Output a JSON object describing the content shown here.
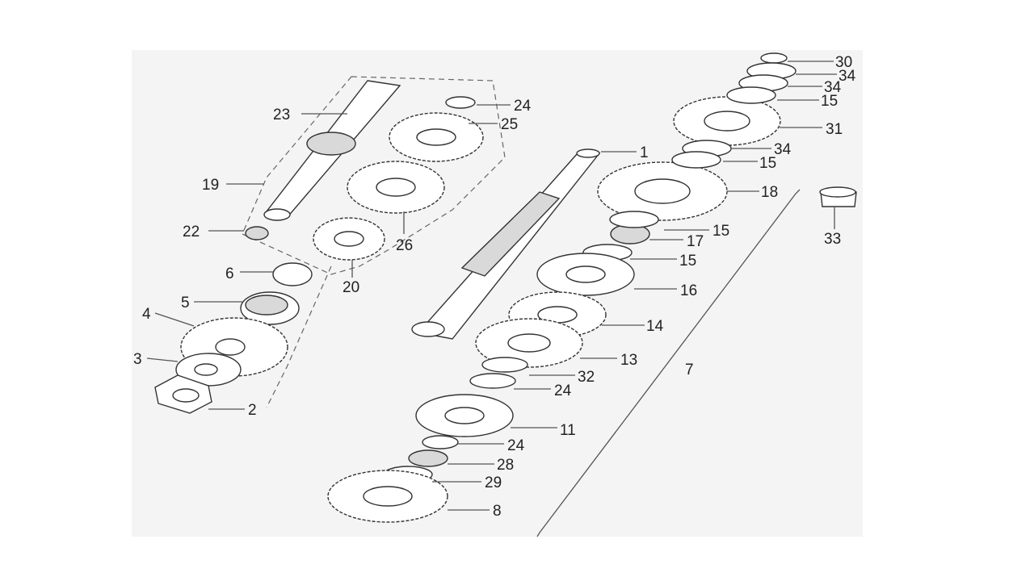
{
  "diagram": {
    "group_number": "7",
    "callouts": [
      {
        "id": "c30",
        "label": "30"
      },
      {
        "id": "c34a",
        "label": "34"
      },
      {
        "id": "c34b",
        "label": "34"
      },
      {
        "id": "c15a",
        "label": "15"
      },
      {
        "id": "c31",
        "label": "31"
      },
      {
        "id": "c34c",
        "label": "34"
      },
      {
        "id": "c15b",
        "label": "15"
      },
      {
        "id": "c18",
        "label": "18"
      },
      {
        "id": "c15c",
        "label": "15"
      },
      {
        "id": "c17",
        "label": "17"
      },
      {
        "id": "c15d",
        "label": "15"
      },
      {
        "id": "c16",
        "label": "16"
      },
      {
        "id": "c14",
        "label": "14"
      },
      {
        "id": "c13",
        "label": "13"
      },
      {
        "id": "c32",
        "label": "32"
      },
      {
        "id": "c24a",
        "label": "24"
      },
      {
        "id": "c11",
        "label": "11"
      },
      {
        "id": "c24b",
        "label": "24"
      },
      {
        "id": "c28",
        "label": "28"
      },
      {
        "id": "c29",
        "label": "29"
      },
      {
        "id": "c8",
        "label": "8"
      },
      {
        "id": "c1",
        "label": "1"
      },
      {
        "id": "c33",
        "label": "33"
      },
      {
        "id": "c23",
        "label": "23"
      },
      {
        "id": "c24c",
        "label": "24"
      },
      {
        "id": "c25",
        "label": "25"
      },
      {
        "id": "c19",
        "label": "19"
      },
      {
        "id": "c22",
        "label": "22"
      },
      {
        "id": "c26",
        "label": "26"
      },
      {
        "id": "c20",
        "label": "20"
      },
      {
        "id": "c6",
        "label": "6"
      },
      {
        "id": "c5",
        "label": "5"
      },
      {
        "id": "c4",
        "label": "4"
      },
      {
        "id": "c3",
        "label": "3"
      },
      {
        "id": "c2",
        "label": "2"
      }
    ]
  }
}
